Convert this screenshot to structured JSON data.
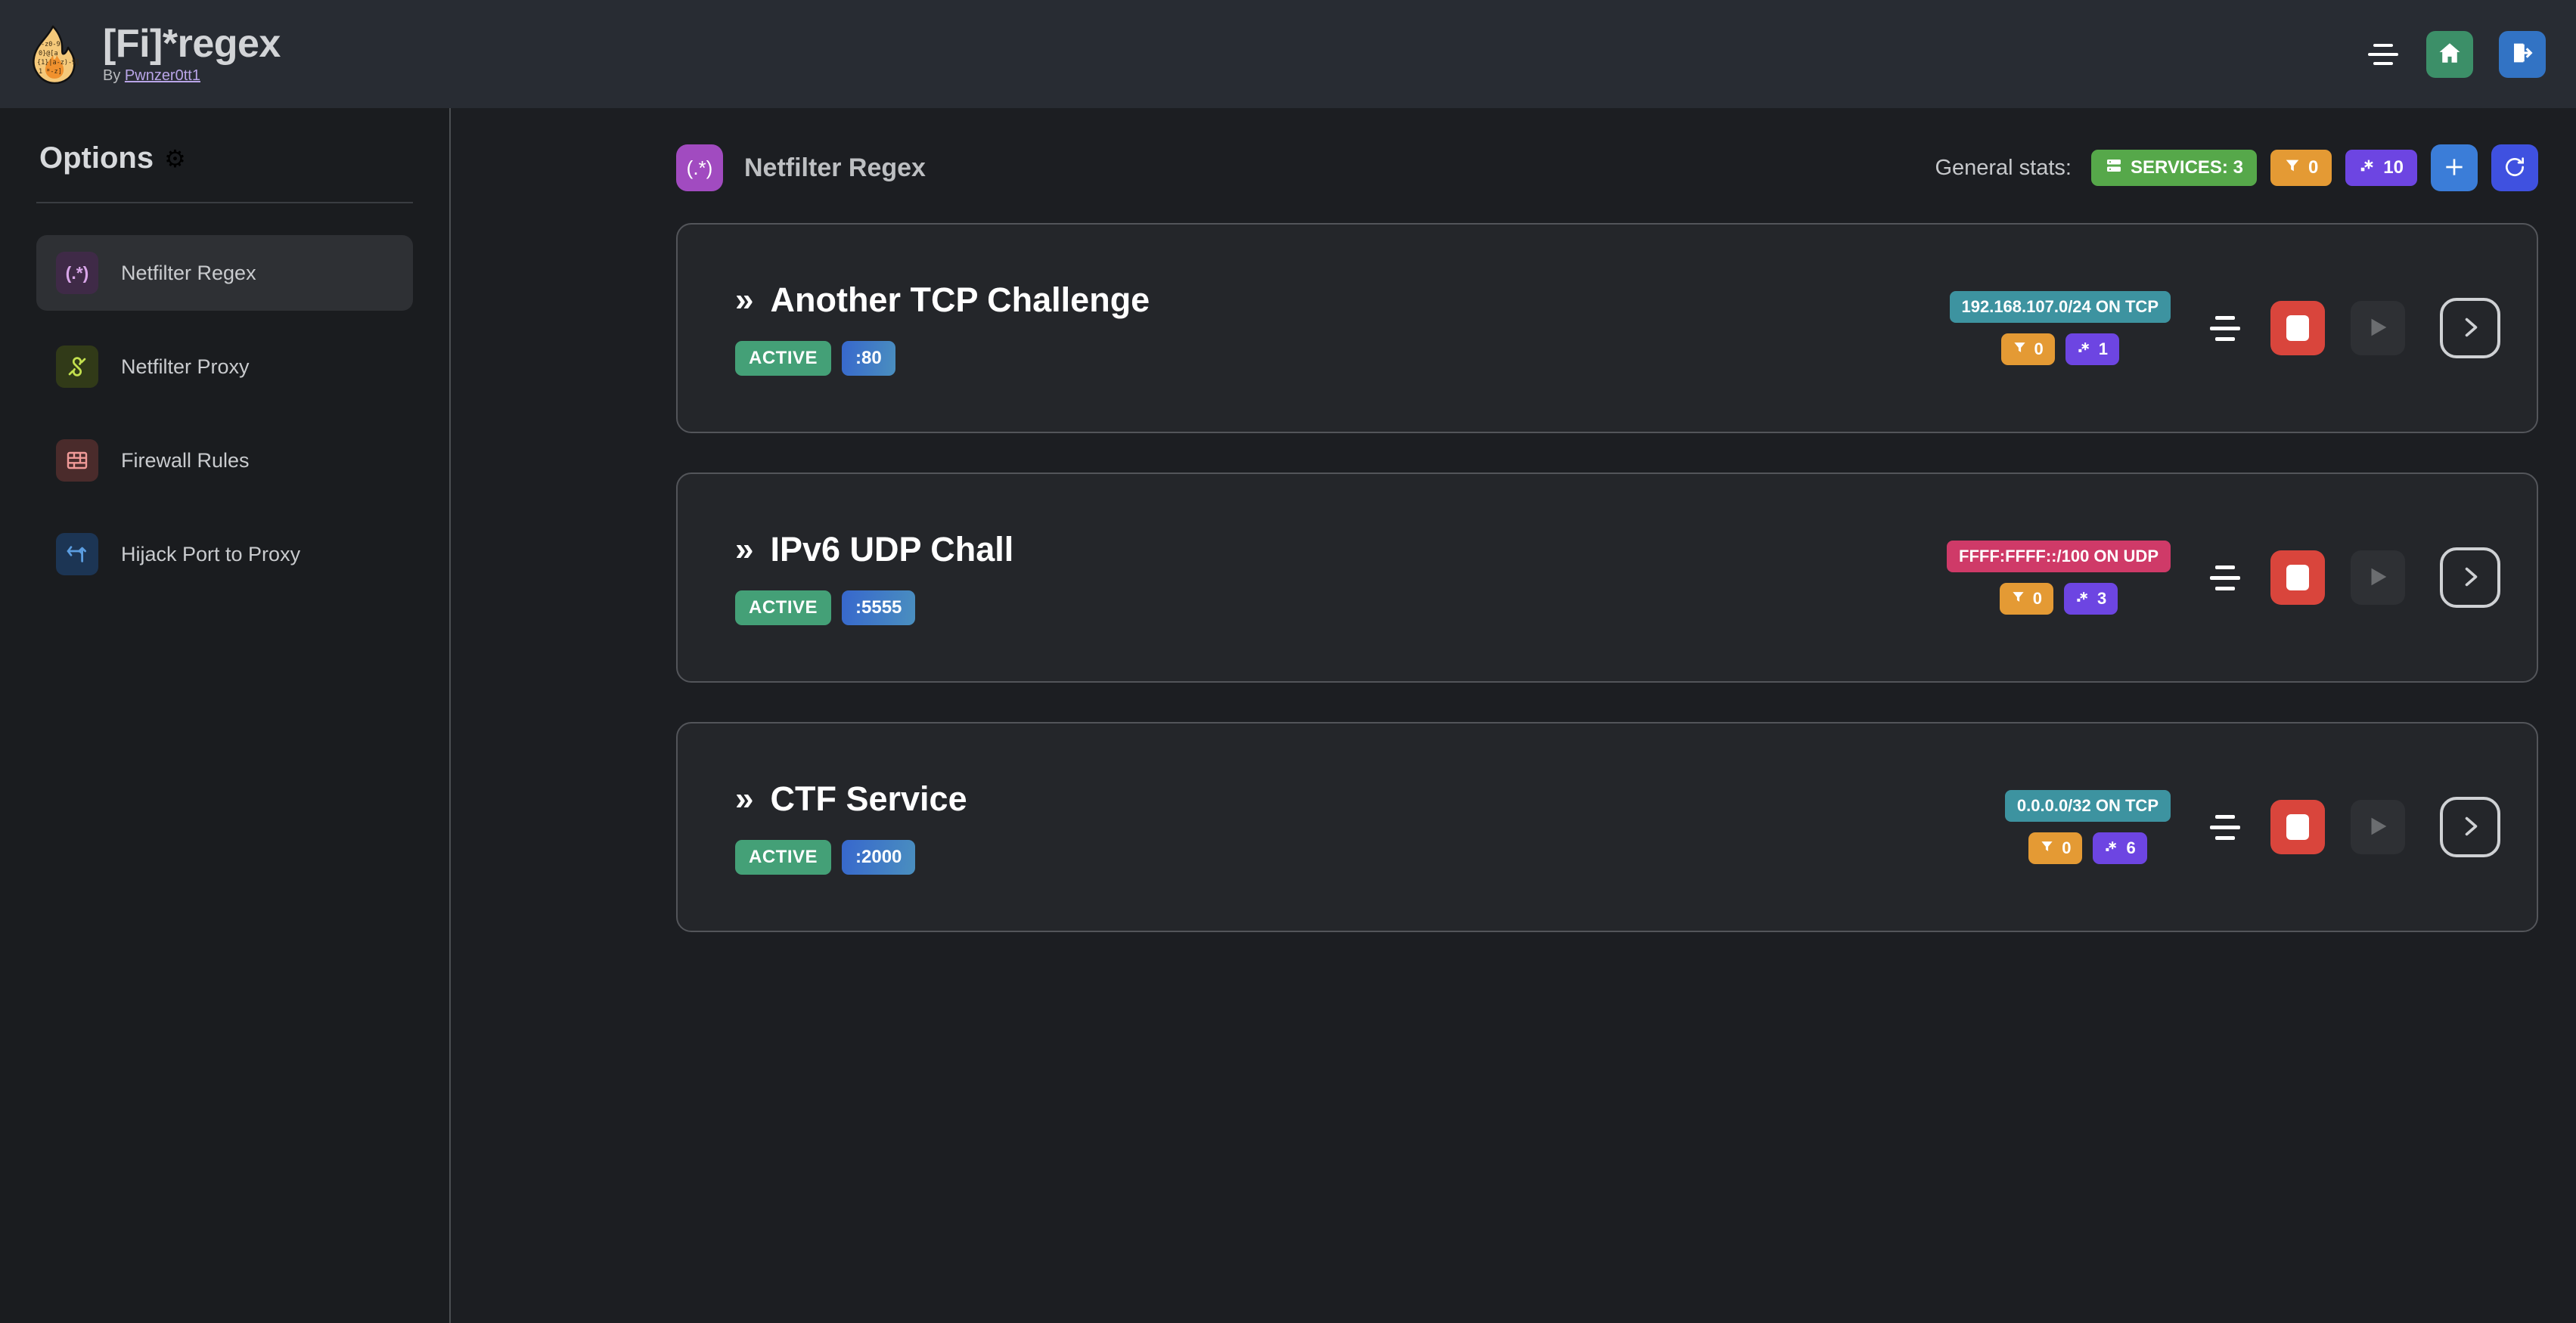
{
  "header": {
    "title": "[Fi]*regex",
    "by_prefix": "By ",
    "author": "Pwnzer0tt1",
    "logo_icon": "flame-regex-logo",
    "menu_icon": "hamburger-icon",
    "home_icon": "home-icon",
    "logout_icon": "logout-icon"
  },
  "sidebar": {
    "title": "Options",
    "gear_icon": "⚙",
    "items": [
      {
        "label": "Netfilter Regex",
        "icon": "regex-icon",
        "glyph": "(.*)",
        "active": true
      },
      {
        "label": "Netfilter Proxy",
        "icon": "proxy-icon",
        "glyph": "",
        "active": false
      },
      {
        "label": "Firewall Rules",
        "icon": "brick-wall-icon",
        "glyph": "",
        "active": false
      },
      {
        "label": "Hijack Port to Proxy",
        "icon": "route-icon",
        "glyph": "",
        "active": false
      }
    ]
  },
  "main": {
    "page_icon_glyph": "(.*)",
    "page_title": "Netfilter Regex",
    "stats_label": "General stats:",
    "stats": {
      "services": {
        "label": "SERVICES: 3",
        "icon": "server-icon",
        "color": "#56a84a"
      },
      "filter": {
        "value": "0",
        "icon": "filter-icon",
        "color": "#e49a34"
      },
      "regex": {
        "value": "10",
        "icon": "regex-dot-star-icon",
        "color": "#6d45e2"
      }
    },
    "add_button_icon": "plus-icon",
    "refresh_button_icon": "refresh-icon"
  },
  "services": [
    {
      "chevrons": "»",
      "name": "Another TCP Challenge",
      "status": "ACTIVE",
      "port": ":80",
      "network": "192.168.107.0/24 ON TCP",
      "network_proto": "tcp",
      "filter_count": "0",
      "regex_count": "1",
      "menu_icon": "service-menu-icon",
      "stop_icon": "stop-icon",
      "play_icon": "play-icon",
      "details_icon": "chevron-right-icon"
    },
    {
      "chevrons": "»",
      "name": "IPv6 UDP Chall",
      "status": "ACTIVE",
      "port": ":5555",
      "network": "FFFF:FFFF::/100 ON UDP",
      "network_proto": "udp",
      "filter_count": "0",
      "regex_count": "3",
      "menu_icon": "service-menu-icon",
      "stop_icon": "stop-icon",
      "play_icon": "play-icon",
      "details_icon": "chevron-right-icon"
    },
    {
      "chevrons": "»",
      "name": "CTF Service",
      "status": "ACTIVE",
      "port": ":2000",
      "network": "0.0.0.0/32 ON TCP",
      "network_proto": "tcp",
      "filter_count": "0",
      "regex_count": "6",
      "menu_icon": "service-menu-icon",
      "stop_icon": "stop-icon",
      "play_icon": "play-icon",
      "details_icon": "chevron-right-icon"
    }
  ],
  "colors": {
    "bg": "#1c1e22",
    "sidebar_bg": "#1a1c1f",
    "topbar_bg": "#282c33",
    "card_bg": "#24262a",
    "card_border": "#53555a",
    "green": "#56a84a",
    "orange": "#e49a34",
    "purple": "#6d45e2",
    "red": "#d9453c",
    "blue": "#3b7dd8",
    "indigo": "#3f51e0",
    "teal": "#3d93a0",
    "pink": "#cf3a68"
  }
}
